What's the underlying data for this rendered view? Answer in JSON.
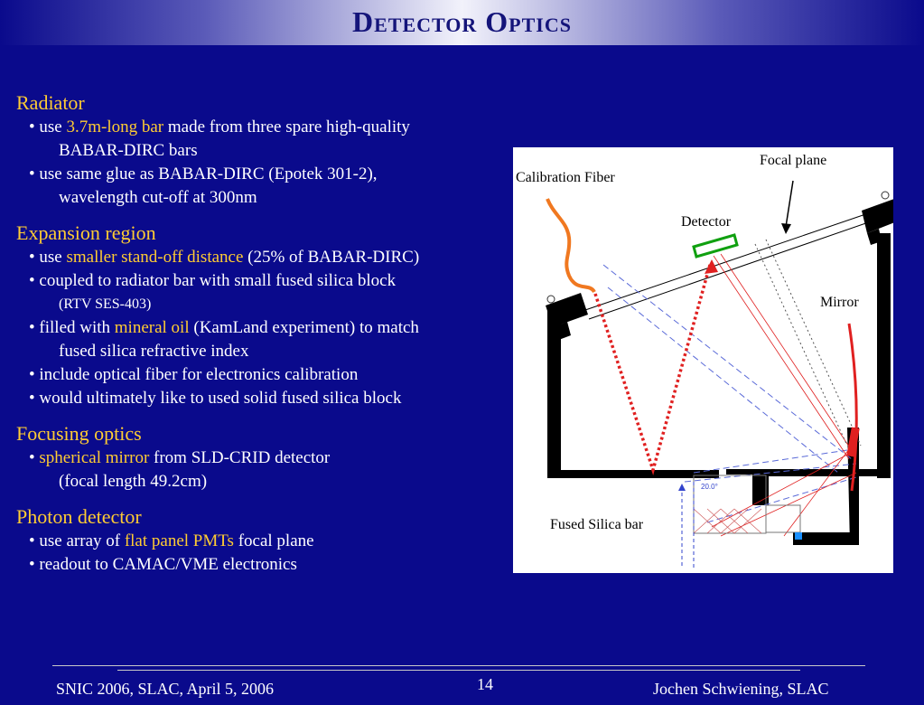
{
  "slide": {
    "title": "Detector Optics",
    "page_number": "14"
  },
  "sections": [
    {
      "heading": "Radiator",
      "lines": [
        {
          "kind": "bullet",
          "parts": [
            {
              "t": "• use "
            },
            {
              "t": "3.7m-long bar",
              "hl": true
            },
            {
              "t": " made from three spare high-quality"
            }
          ]
        },
        {
          "kind": "cont",
          "parts": [
            {
              "t": "BABAR-DIRC bars"
            }
          ]
        },
        {
          "kind": "bullet",
          "parts": [
            {
              "t": "• use same glue as BABAR-DIRC (Epotek 301-2),"
            }
          ]
        },
        {
          "kind": "cont",
          "parts": [
            {
              "t": "wavelength cut-off at 300nm"
            }
          ]
        }
      ]
    },
    {
      "heading": "Expansion region",
      "lines": [
        {
          "kind": "bullet",
          "parts": [
            {
              "t": "• use "
            },
            {
              "t": "smaller stand-off distance",
              "hl": true
            },
            {
              "t": " (25% of BABAR-DIRC)"
            }
          ]
        },
        {
          "kind": "bullet",
          "parts": [
            {
              "t": "• coupled to radiator bar with small fused silica block"
            }
          ]
        },
        {
          "kind": "cont-small",
          "parts": [
            {
              "t": "(RTV SES-403)"
            }
          ]
        },
        {
          "kind": "bullet",
          "parts": [
            {
              "t": "• filled with "
            },
            {
              "t": "mineral oil",
              "hl": true
            },
            {
              "t": " (KamLand experiment) to match"
            }
          ]
        },
        {
          "kind": "cont",
          "parts": [
            {
              "t": "fused silica refractive index"
            }
          ]
        },
        {
          "kind": "bullet",
          "parts": [
            {
              "t": "• include optical fiber for electronics calibration"
            }
          ]
        },
        {
          "kind": "bullet",
          "parts": [
            {
              "t": "• would ultimately like to used solid fused silica block"
            }
          ]
        }
      ]
    },
    {
      "heading": "Focusing optics",
      "lines": [
        {
          "kind": "bullet",
          "parts": [
            {
              "t": "• "
            },
            {
              "t": "spherical mirror",
              "hl": true
            },
            {
              "t": " from SLD-CRID detector"
            }
          ]
        },
        {
          "kind": "cont",
          "parts": [
            {
              "t": "(focal length 49.2cm)"
            }
          ]
        }
      ]
    },
    {
      "heading": "Photon detector",
      "lines": [
        {
          "kind": "bullet",
          "parts": [
            {
              "t": "• use array of "
            },
            {
              "t": "flat panel PMTs",
              "hl": true
            },
            {
              "t": " focal plane"
            }
          ]
        },
        {
          "kind": "bullet",
          "parts": [
            {
              "t": "• readout to CAMAC/VME electronics"
            }
          ]
        }
      ]
    }
  ],
  "figure": {
    "labels": {
      "calibration_fiber": "Calibration Fiber",
      "focal_plane": "Focal plane",
      "detector": "Detector",
      "mirror": "Mirror",
      "fused_silica_bar": "Fused Silica bar",
      "angle": "20.0°"
    }
  },
  "footer": {
    "left": "SNIC 2006, SLAC, April 5, 2006",
    "right": "Jochen Schwiening, SLAC"
  },
  "colors": {
    "background": "#0a0a8c",
    "highlight": "#ffcc33",
    "title_text": "#14147a",
    "fiber": "#f07820",
    "rays": "#e02020",
    "detector_box": "#10a010",
    "blue_rays": "#5a6ad8"
  }
}
